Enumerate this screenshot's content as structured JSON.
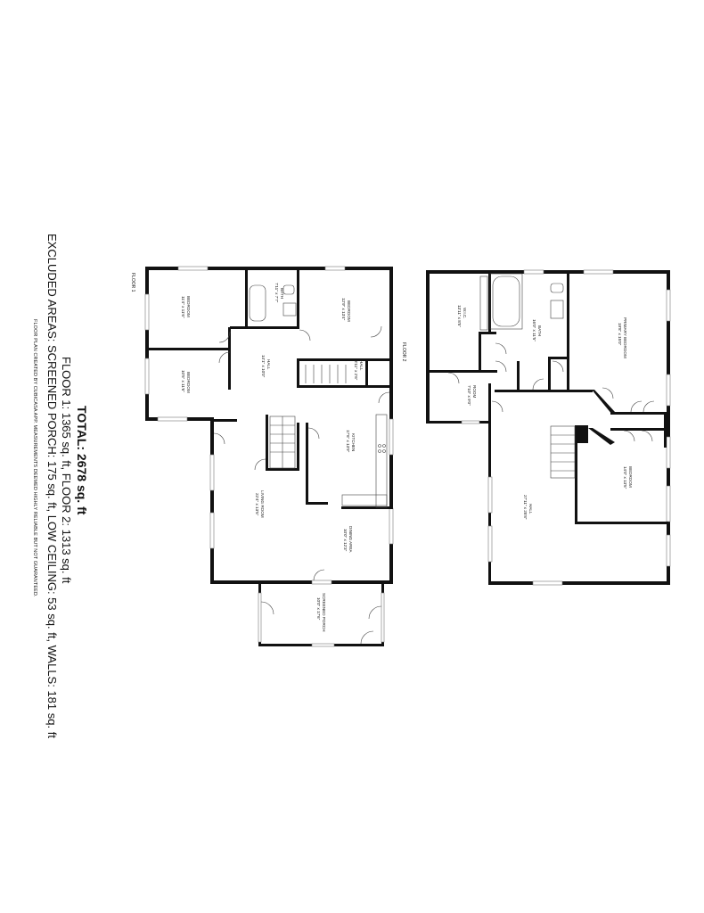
{
  "summary": {
    "total": "TOTAL: 2678 sq. ft",
    "floors": "FLOOR 1: 1365 sq. ft, FLOOR 2: 1313 sq. ft",
    "excluded": "EXCLUDED AREAS: SCREENED PORCH: 175 sq. ft, LOW CEILING: 53 sq. ft, WALLS: 181 sq. ft",
    "disclaimer": "FLOOR PLAN CREATED BY CUBICASA APP. MEASUREMENTS DEEMED HIGHLY RELIABLE BUT NOT GUARANTEED."
  },
  "floor1": {
    "label": "FLOOR 1",
    "rooms": [
      {
        "name": "BEDROOM",
        "size": "11'4\" x 11'6\""
      },
      {
        "name": "BEDROOM",
        "size": "10'5\" x 11'6\""
      },
      {
        "name": "BATH",
        "size": "7'11\" x 7'7\""
      },
      {
        "name": "BEDROOM",
        "size": "12'9\" x 13'4\""
      },
      {
        "name": "HALL",
        "size": "14'1\" x 10'0\""
      },
      {
        "name": "HALL",
        "size": "3'11\" x 2'6\""
      },
      {
        "name": "KITCHEN",
        "size": "17'6\" x 13'9\""
      },
      {
        "name": "LIVING ROOM",
        "size": "22'4\" x 13'5\""
      },
      {
        "name": "DINING AREA",
        "size": "10'0\" x 12'3\""
      },
      {
        "name": "SCREENED PORCH",
        "size": "10'0\" x 17'6\""
      }
    ]
  },
  "floor2": {
    "label": "FLOOR 2",
    "rooms": [
      {
        "name": "W.I.C.",
        "size": "13'11\" x 8'5\""
      },
      {
        "name": "BATH",
        "size": "16'0\" x 11'5\""
      },
      {
        "name": "PRIMARY BEDROOM",
        "size": "19'8\" x 15'0\""
      },
      {
        "name": "ROOM",
        "size": "7'10\" x 9'0\""
      },
      {
        "name": "BEDROOM",
        "size": "14'0\" x 13'5\""
      },
      {
        "name": "HALL",
        "size": "27'11\" x 25'8\""
      }
    ]
  }
}
